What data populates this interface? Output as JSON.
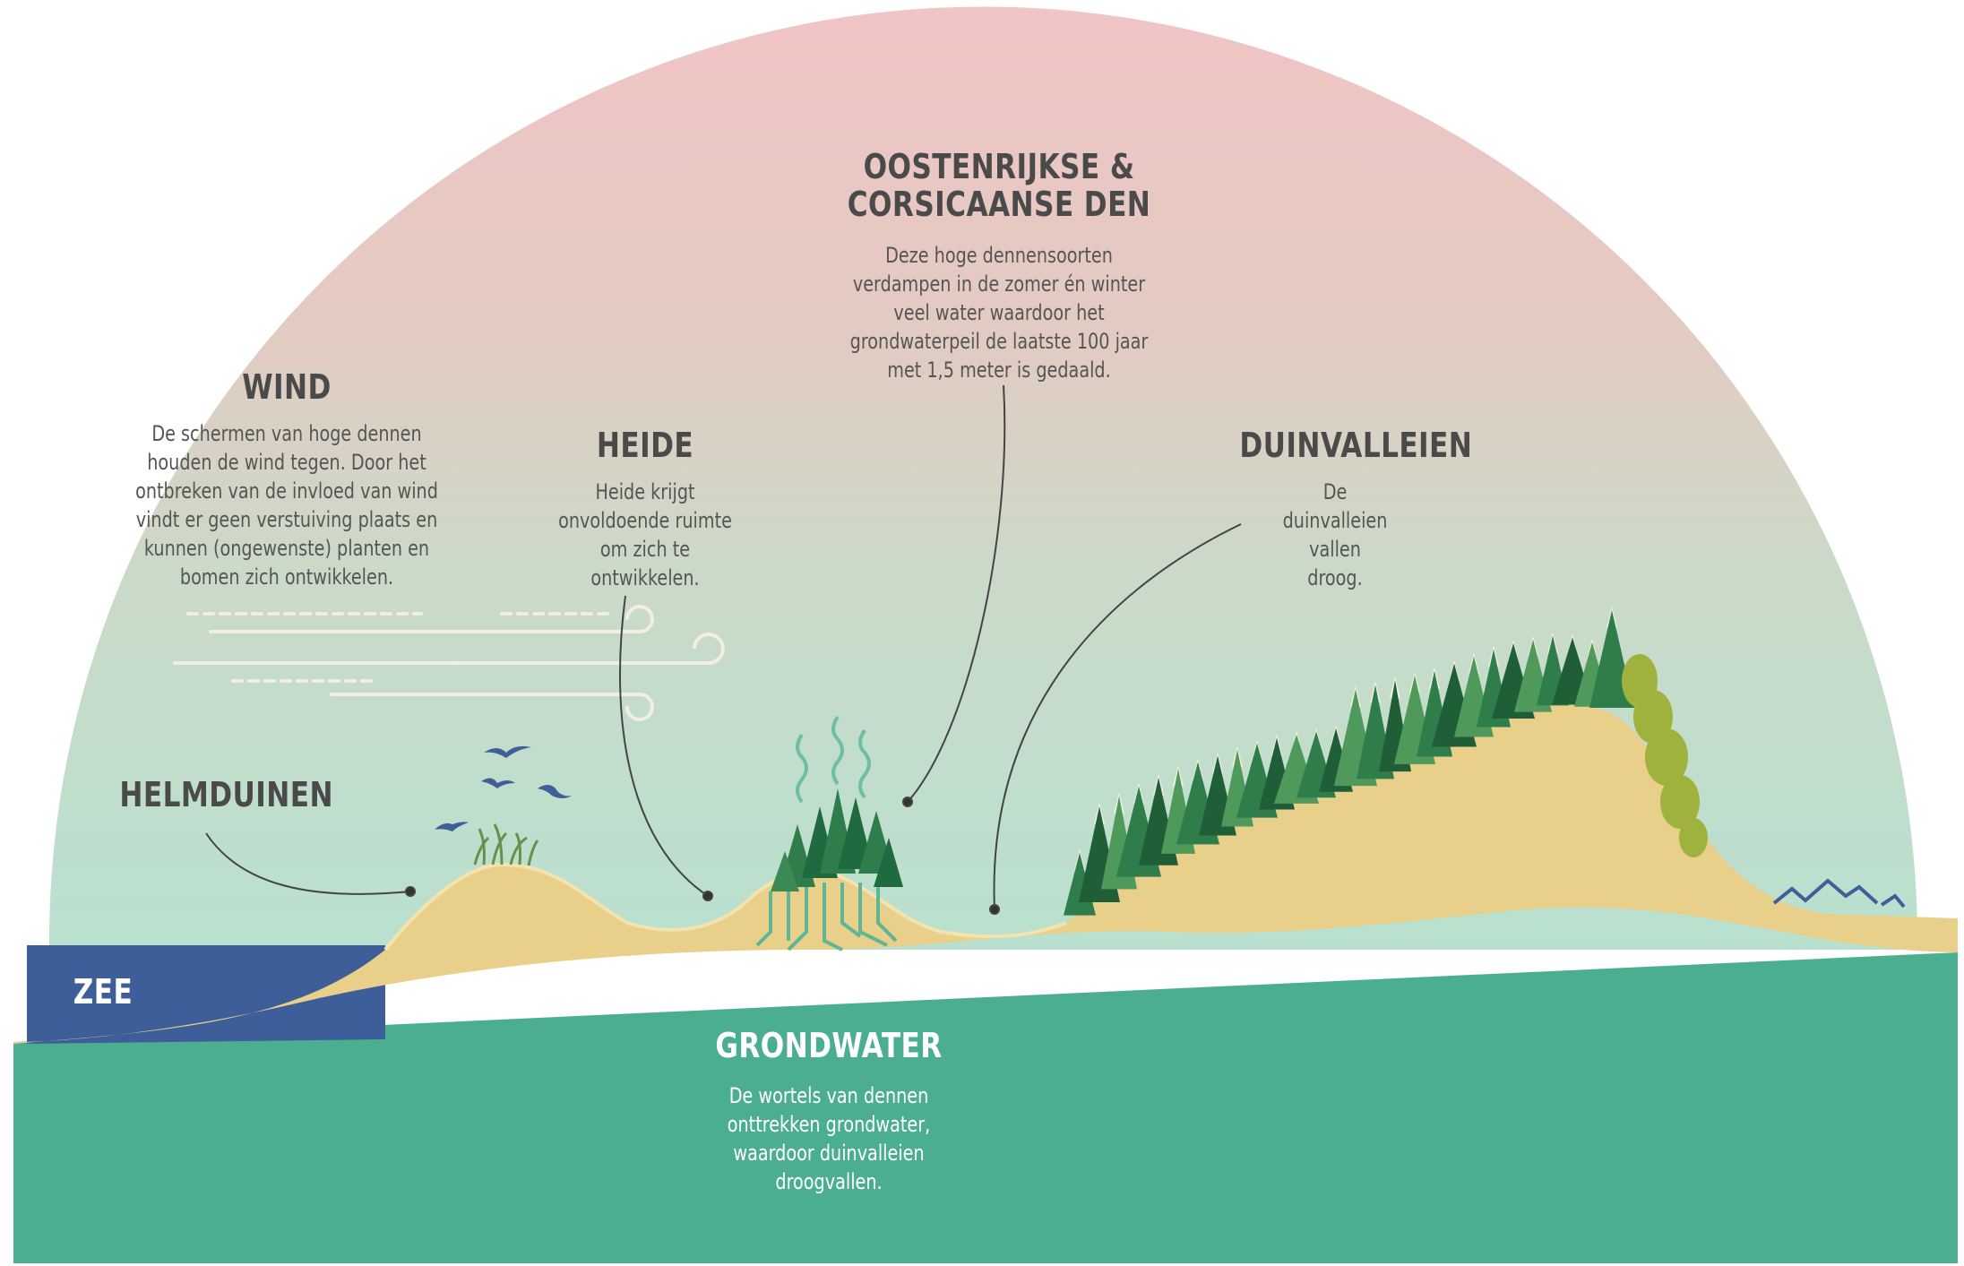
{
  "colors": {
    "sky_top": "#edc6c4",
    "sky_mid": "#dcd6c6",
    "sky_bottom": "#bfe0cf",
    "sand": "#e9d08a",
    "sand_dark": "#d8bb6f",
    "groundwater": "#4aae8f",
    "sea": "#3d5e9a",
    "tree": "#2e7d4b",
    "tree_dark": "#1f5e37",
    "tree_light": "#4f9a5a",
    "shrub": "#9aaa3a",
    "text_dark": "#4a4a4a"
  },
  "icons": {
    "bird": "bird-icon",
    "wind": "wind-gust-icon",
    "pine": "pine-tree-icon",
    "root": "root-icon",
    "vapor": "evaporation-icon",
    "grass": "marram-grass-icon",
    "mountain": "mountain-icon"
  },
  "labels": {
    "wind": {
      "title": "WIND",
      "body": "De schermen van hoge dennen houden de wind tegen. Door het ontbreken van de invloed van wind vindt er geen verstuiving plaats en kunnen (ongewenste) planten en bomen zich ontwikkelen."
    },
    "heide": {
      "title": "HEIDE",
      "body": "Heide krijgt onvoldoende ruimte om zich te ontwikkelen."
    },
    "den": {
      "title_line1": "OOSTENRIJKSE &",
      "title_line2": "CORSICAANSE DEN",
      "body": "Deze hoge dennensoorten verdampen in de zomer én winter veel water waardoor het grondwaterpeil de laatste 100 jaar met 1,5 meter is gedaald."
    },
    "duinvalleien": {
      "title": "DUINVALLEIEN",
      "body": "De duinvalleien vallen droog."
    },
    "helmduinen": {
      "title": "HELMDUINEN"
    },
    "zee": {
      "title": "ZEE"
    },
    "grondwater": {
      "title": "GRONDWATER",
      "body": "De wortels van dennen onttrekken grondwater, waardoor duinvalleien droogvallen."
    }
  }
}
